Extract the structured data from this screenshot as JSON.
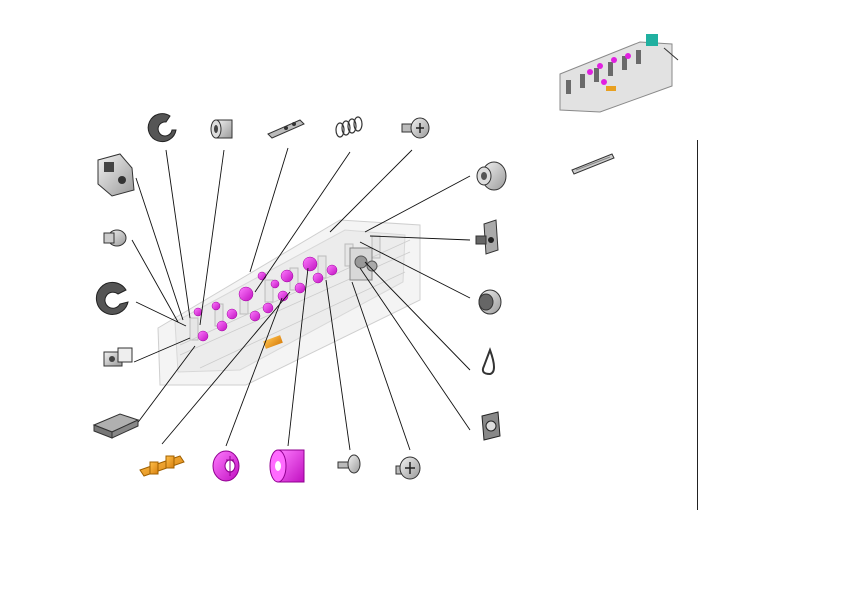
{
  "diagram": {
    "type": "exploded-parts-view",
    "colors": {
      "line": "#1a1a1a",
      "part_gray": "#c8c8c8",
      "part_dark": "#555555",
      "accent_magenta": "#e020e0",
      "accent_orange": "#e8a020",
      "accent_teal": "#20b0a0"
    },
    "parts": [
      {
        "id": "bracket-housing",
        "icon": "bracket-housing-icon"
      },
      {
        "id": "flanged-pin",
        "icon": "flanged-pin-icon"
      },
      {
        "id": "e-ring-left",
        "icon": "e-ring-icon"
      },
      {
        "id": "clip-holder",
        "icon": "clip-holder-icon"
      },
      {
        "id": "pad-block",
        "icon": "pad-block-icon"
      },
      {
        "id": "e-ring-top",
        "icon": "e-ring-icon"
      },
      {
        "id": "bushing",
        "icon": "bushing-icon"
      },
      {
        "id": "link-plate",
        "icon": "link-plate-icon"
      },
      {
        "id": "spring",
        "icon": "spring-icon"
      },
      {
        "id": "screw-top",
        "icon": "screw-icon"
      },
      {
        "id": "bearing-right",
        "icon": "bearing-icon"
      },
      {
        "id": "guide-clip",
        "icon": "guide-clip-icon"
      },
      {
        "id": "bearing-ring",
        "icon": "ring-bearing-icon"
      },
      {
        "id": "teardrop-clip",
        "icon": "teardrop-clip-icon"
      },
      {
        "id": "mount-plate",
        "icon": "mount-plate-icon"
      },
      {
        "id": "orange-clip",
        "icon": "orange-clip-icon"
      },
      {
        "id": "magenta-gear",
        "icon": "gear-icon"
      },
      {
        "id": "magenta-roller",
        "icon": "roller-icon"
      },
      {
        "id": "small-screw",
        "icon": "screw-icon"
      },
      {
        "id": "cross-screw",
        "icon": "screw-icon"
      },
      {
        "id": "shaft-rod",
        "icon": "shaft-icon"
      }
    ]
  }
}
